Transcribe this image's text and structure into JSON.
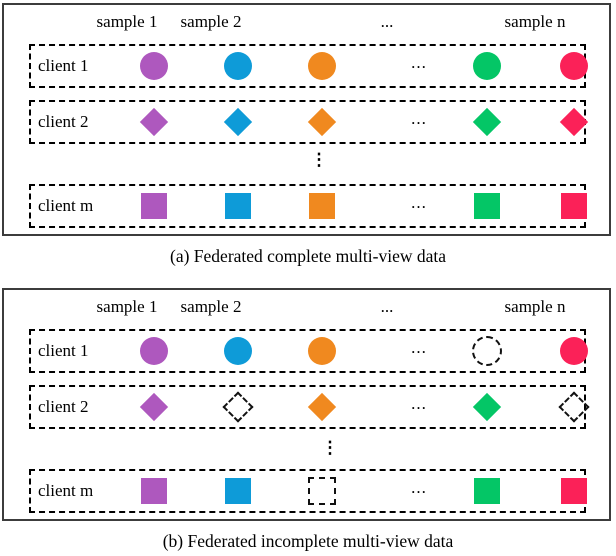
{
  "ui": {
    "dots": "...",
    "vdots": "⋮"
  },
  "colors": {
    "purple": "#AE58BE",
    "blue": "#0E9BD8",
    "orange": "#F0891F",
    "green": "#04C666",
    "red": "#FB2158"
  },
  "panels": [
    {
      "id": "a",
      "caption": "(a) Federated complete multi-view data",
      "headers": [
        "sample 1",
        "sample 2",
        "...",
        "sample n"
      ],
      "rows": [
        {
          "label": "client 1",
          "shape": "circle",
          "cells": [
            "purple",
            "blue",
            "orange",
            "dots",
            "green",
            "red"
          ]
        },
        {
          "label": "client 2",
          "shape": "diamond",
          "cells": [
            "purple",
            "blue",
            "orange",
            "dots",
            "green",
            "red"
          ]
        },
        {
          "label": "client m",
          "shape": "square",
          "cells": [
            "purple",
            "blue",
            "orange",
            "dots",
            "green",
            "red"
          ]
        }
      ]
    },
    {
      "id": "b",
      "caption": "(b) Federated incomplete multi-view data",
      "headers": [
        "sample 1",
        "sample 2",
        "...",
        "sample n"
      ],
      "rows": [
        {
          "label": "client 1",
          "shape": "circle",
          "cells": [
            "purple",
            "blue",
            "orange",
            "dots",
            "missing",
            "red"
          ]
        },
        {
          "label": "client 2",
          "shape": "diamond",
          "cells": [
            "purple",
            "missing",
            "orange",
            "dots",
            "green",
            "missing"
          ]
        },
        {
          "label": "client m",
          "shape": "square",
          "cells": [
            "purple",
            "blue",
            "missing",
            "dots",
            "green",
            "red"
          ]
        }
      ]
    }
  ]
}
